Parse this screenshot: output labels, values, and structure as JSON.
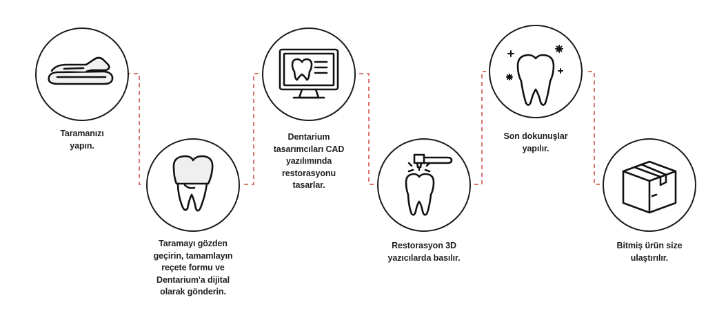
{
  "colors": {
    "outline": "#1a1a1a",
    "connector": "#d9776f",
    "icon_fill": "#f2f2f2"
  },
  "steps": [
    {
      "icon": "intraoral-scanner-icon",
      "caption_lines": [
        "Taramanızı",
        "yapın."
      ]
    },
    {
      "icon": "tooth-crown-icon",
      "caption_lines": [
        "Taramayı gözden",
        "geçirin, tamamlayın",
        "reçete formu ve",
        "Dentarium'a dijital",
        "olarak gönderin."
      ]
    },
    {
      "icon": "monitor-tooth-icon",
      "caption_lines": [
        "Dentarium",
        "tasarımcıları CAD",
        "yazılımında",
        "restorasyonu",
        "tasarlar."
      ]
    },
    {
      "icon": "3d-printer-tooth-icon",
      "caption_lines": [
        "Restorasyon 3D",
        "yazıcılarda basılır."
      ]
    },
    {
      "icon": "sparkling-tooth-icon",
      "caption_lines": [
        "Son dokunuşlar",
        "yapılır."
      ]
    },
    {
      "icon": "package-box-icon",
      "caption_lines": [
        "Bitmiş ürün size",
        "ulaştırılır."
      ]
    }
  ]
}
